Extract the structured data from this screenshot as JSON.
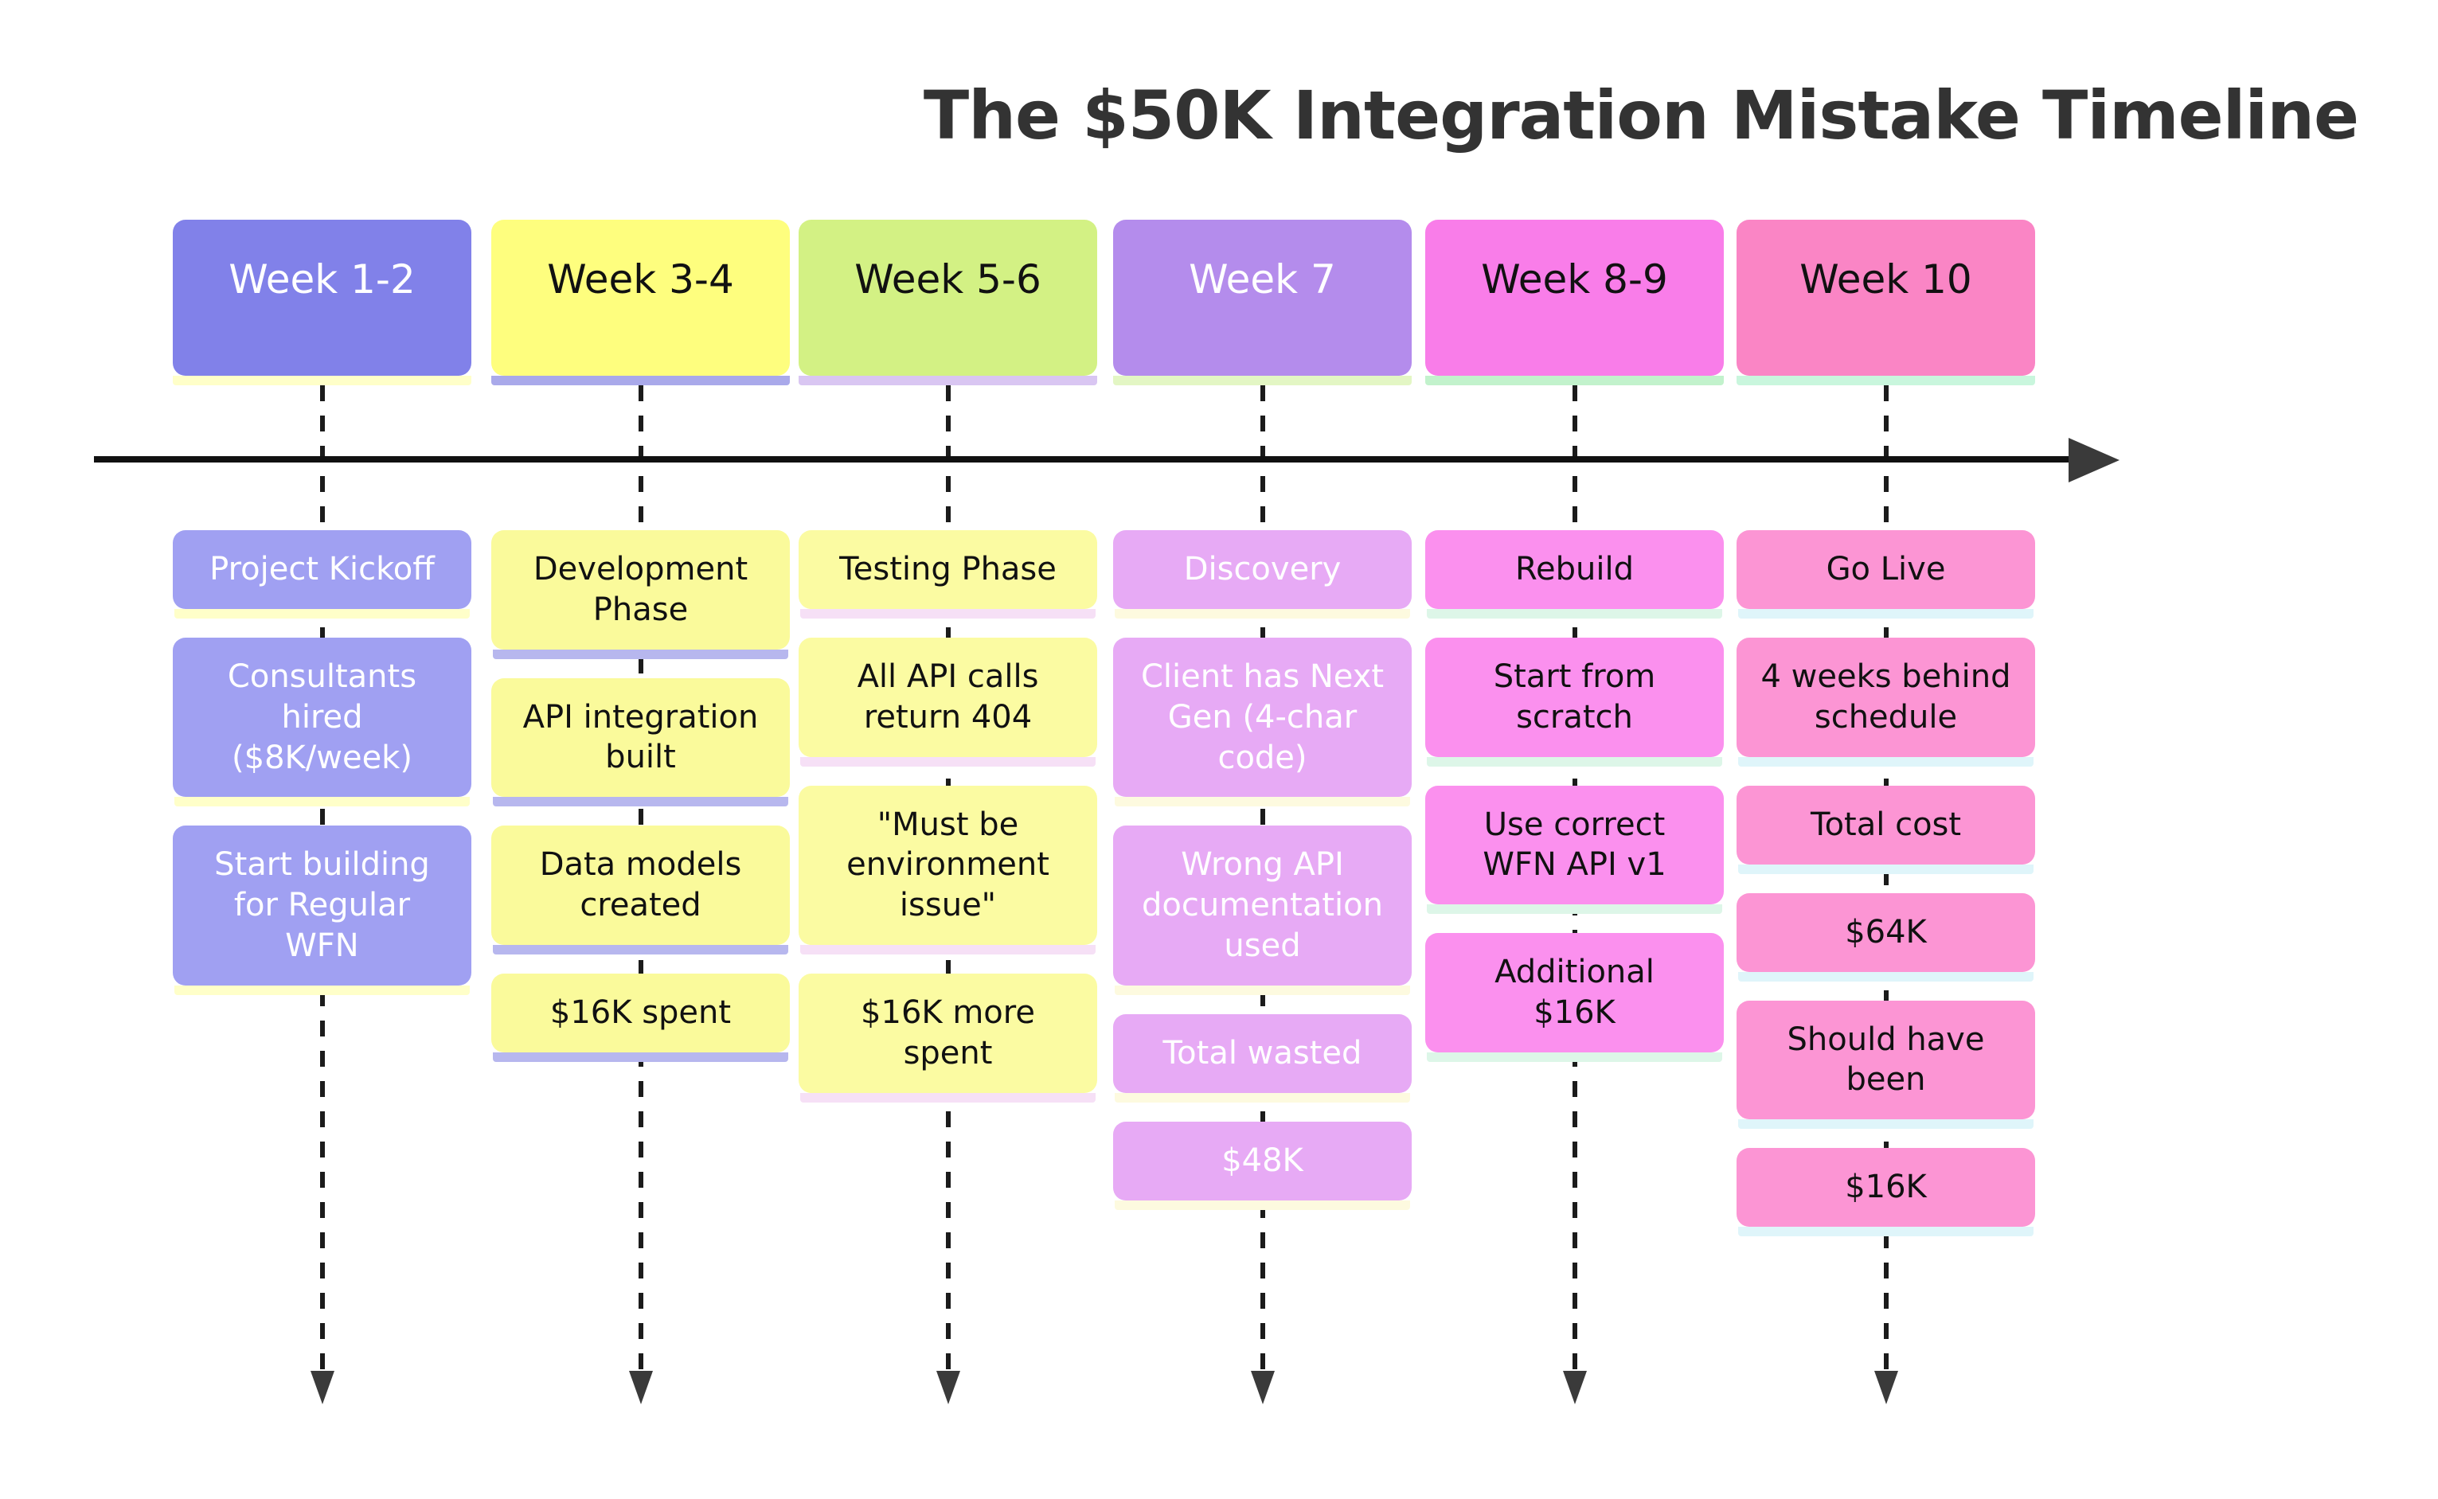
{
  "title": "The $50K Integration Mistake Timeline",
  "colors": {
    "background": "#FFFFFF",
    "title_text": "#333333",
    "axis": "#111111",
    "axis_arrowhead": "#3A3A3A",
    "dashed_connector": "#1B1B1B"
  },
  "columns": [
    {
      "period": "Week 1-2",
      "events": [
        "Project Kickoff",
        "Consultants hired ($8K/week)",
        "Start building for Regular WFN"
      ],
      "header_bg": "#8181E9",
      "header_fg": "#FFFFFF",
      "header_strip": "#FFFFC9",
      "card_bg": "#A0A0F2",
      "card_fg": "#FFFFFF",
      "card_strip": "#FFFFC9"
    },
    {
      "period": "Week 3-4",
      "events": [
        "Development Phase",
        "API integration built",
        "Data models created",
        "$16K spent"
      ],
      "header_bg": "#FEFE7E",
      "header_fg": "#111111",
      "header_strip": "#A9A9EA",
      "card_bg": "#FAFA9B",
      "card_fg": "#111111",
      "card_strip": "#B7B7EE"
    },
    {
      "period": "Week 5-6",
      "events": [
        "Testing Phase",
        "All API calls return 404",
        "\"Must be environment issue\"",
        "$16K more spent"
      ],
      "header_bg": "#D3F184",
      "header_fg": "#111111",
      "header_strip": "#D9C6F2",
      "card_bg": "#FBFBA2",
      "card_fg": "#111111",
      "card_strip": "#F6E0F6"
    },
    {
      "period": "Week 7",
      "events": [
        "Discovery",
        "Client has Next Gen (4-char code)",
        "Wrong API documentation used",
        "Total wasted",
        "$48K"
      ],
      "header_bg": "#B48CEC",
      "header_fg": "#FFFFFF",
      "header_strip": "#E3F6C4",
      "card_bg": "#E7AAF5",
      "card_fg": "#FFFFFF",
      "card_strip": "#FDFADF"
    },
    {
      "period": "Week 8-9",
      "events": [
        "Rebuild",
        "Start from scratch",
        "Use correct WFN API v1",
        "Additional $16K"
      ],
      "header_bg": "#F97DE9",
      "header_fg": "#111111",
      "header_strip": "#C2F2CC",
      "card_bg": "#FB90EE",
      "card_fg": "#111111",
      "card_strip": "#DDF6E8"
    },
    {
      "period": "Week 10",
      "events": [
        "Go Live",
        "4 weeks behind schedule",
        "Total cost",
        "$64K",
        "Should have been",
        "$16K"
      ],
      "header_bg": "#FA85C5",
      "header_fg": "#111111",
      "header_strip": "#C9F6DD",
      "card_bg": "#FC95D4",
      "card_fg": "#111111",
      "card_strip": "#DFF5FA"
    }
  ]
}
